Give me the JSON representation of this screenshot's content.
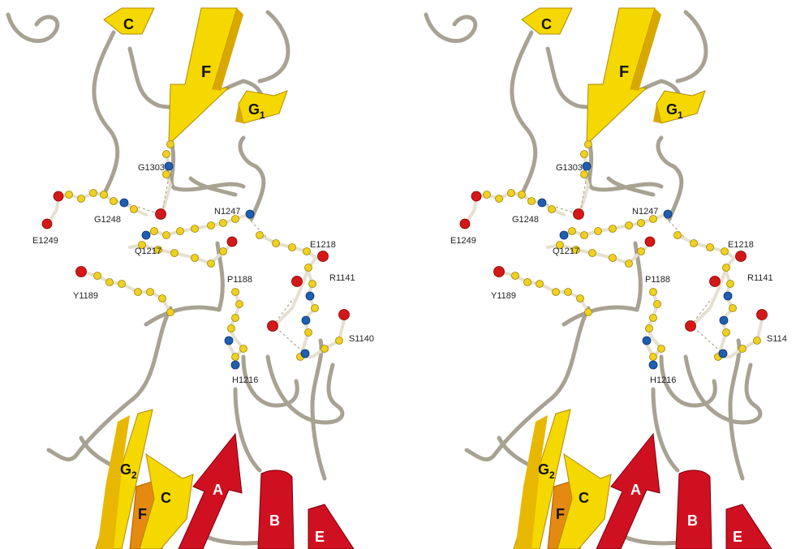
{
  "colors": {
    "coil": "#a8a293",
    "strand_yellow": "#f5d800",
    "strand_yellow_dark": "#d9a800",
    "strand_orange": "#e58a10",
    "strand_red": "#cf1020",
    "carbon": "#f0d020",
    "nitrogen": "#1f5fb0",
    "oxygen": "#d41818",
    "bond": "#e6e0d0"
  },
  "panels": [
    {
      "side": "left",
      "strands": {
        "C_top": "C",
        "F_top": "F",
        "G1": "G",
        "G1_sub": "1",
        "G2": "G",
        "G2_sub": "2",
        "F_bottom": "F",
        "C_bottom": "C",
        "A": "A",
        "B": "B",
        "E": "E"
      },
      "residues": [
        "G1303",
        "G1248",
        "N1247",
        "E1249",
        "Q1217",
        "E1218",
        "P1188",
        "R1141",
        "Y1189",
        "S1140",
        "H1216"
      ]
    },
    {
      "side": "right",
      "strands": {
        "C_top": "C",
        "F_top": "F",
        "G1": "G",
        "G1_sub": "1",
        "G2": "G",
        "G2_sub": "2",
        "F_bottom": "F",
        "C_bottom": "C",
        "A": "A",
        "B": "B",
        "E": "E"
      },
      "residues": [
        "G1303",
        "G1248",
        "N1247",
        "E1249",
        "Q1217",
        "E1218",
        "P1188",
        "R1141",
        "Y1189",
        "S114",
        "H1216"
      ]
    }
  ]
}
